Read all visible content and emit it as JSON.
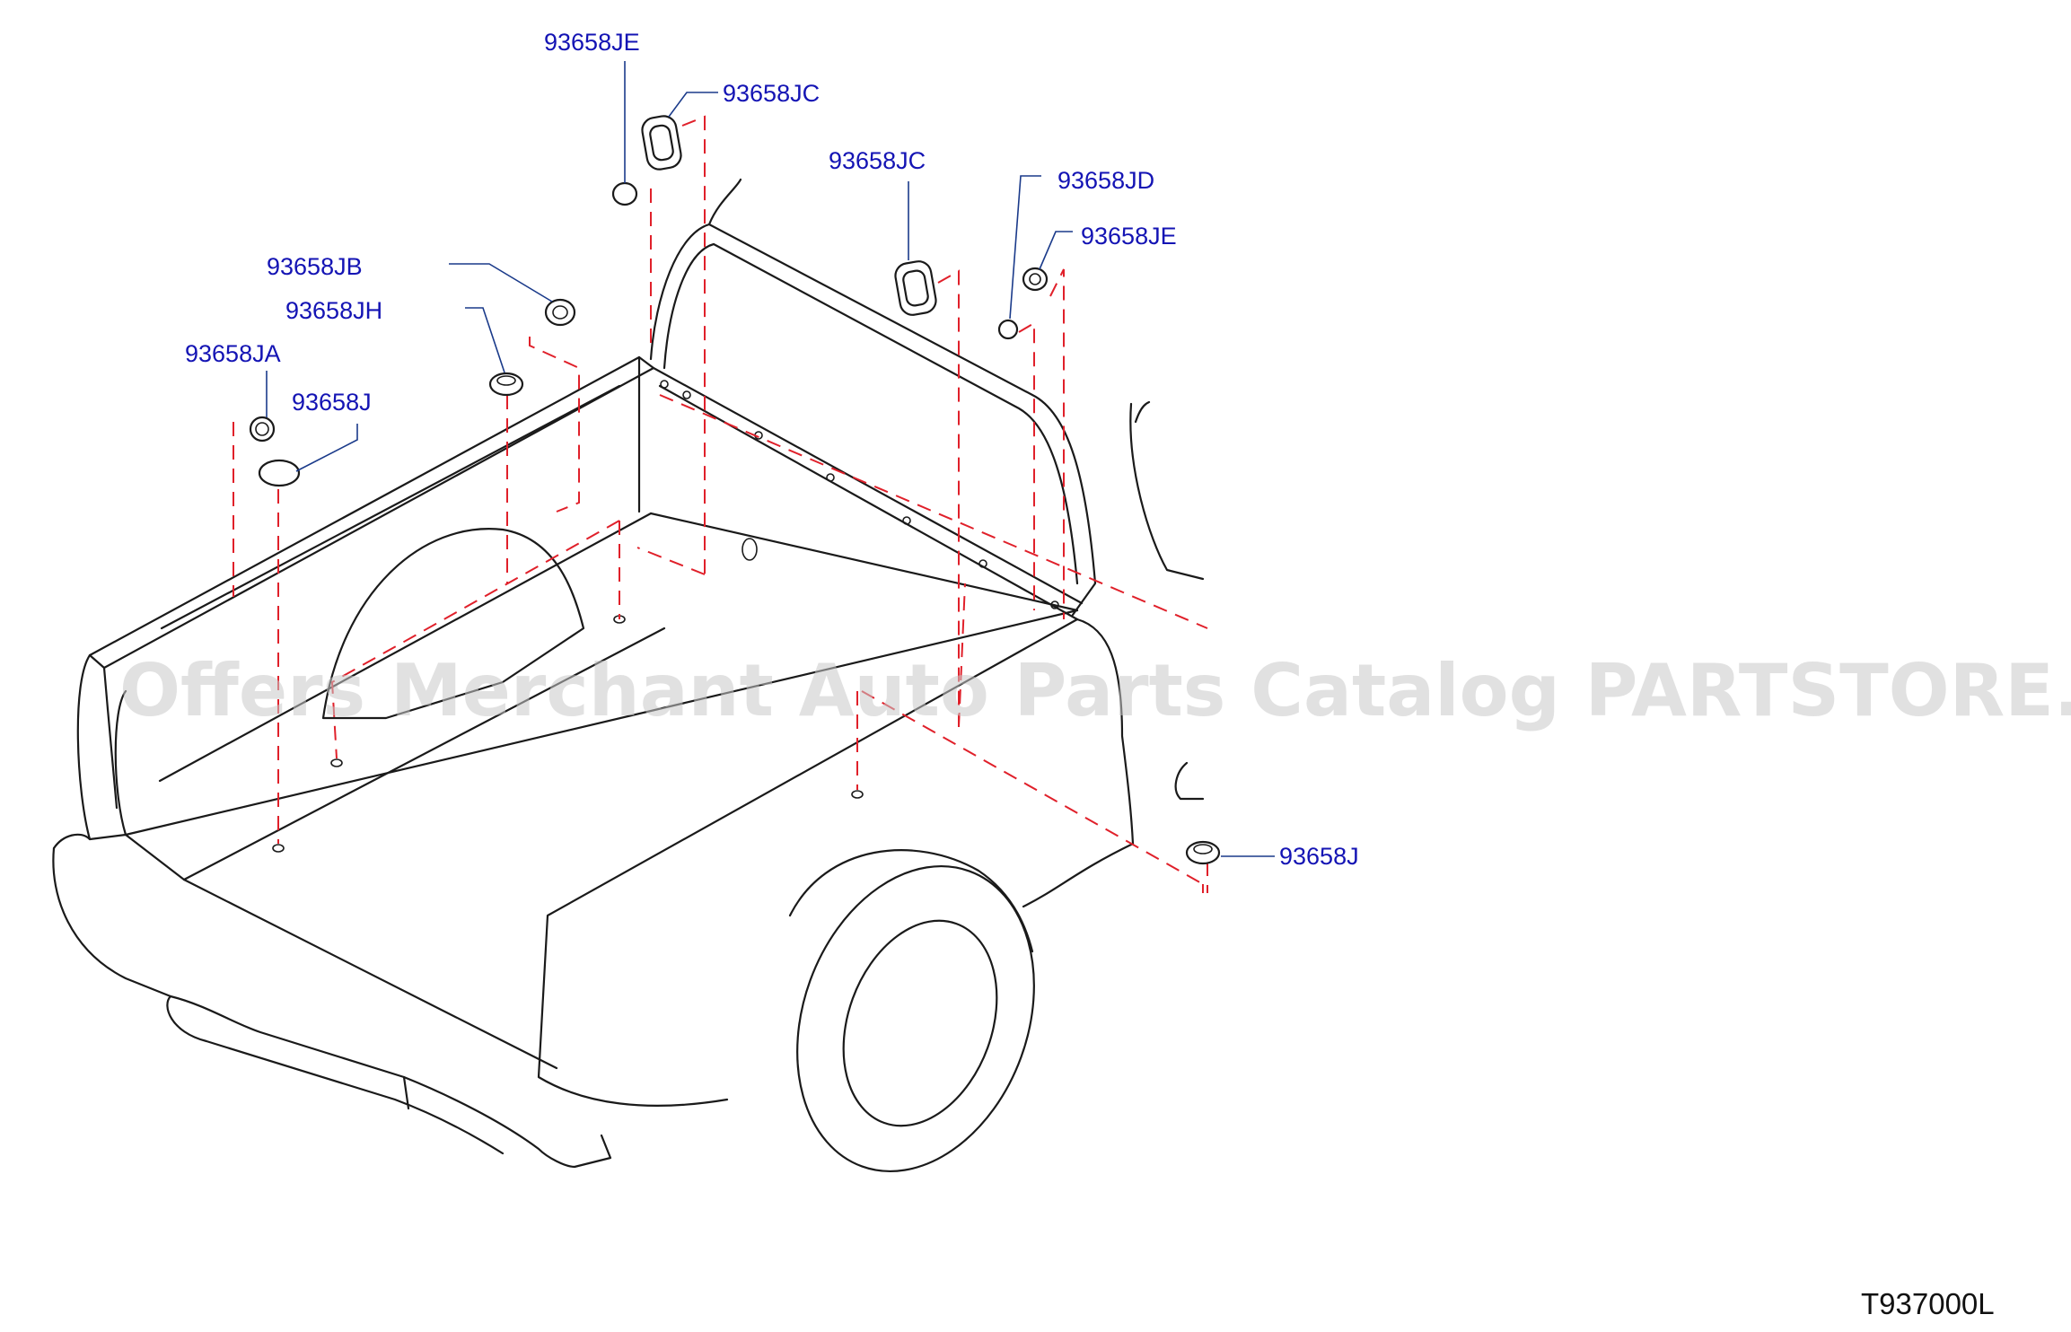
{
  "callouts": [
    {
      "id": "jE-top",
      "label": "93658JE"
    },
    {
      "id": "jC-top",
      "label": "93658JC"
    },
    {
      "id": "jC-mid",
      "label": "93658JC"
    },
    {
      "id": "jD",
      "label": "93658JD"
    },
    {
      "id": "jE-right",
      "label": "93658JE"
    },
    {
      "id": "jB",
      "label": "93658JB"
    },
    {
      "id": "jH",
      "label": "93658JH"
    },
    {
      "id": "jA",
      "label": "93658JA"
    },
    {
      "id": "j-left",
      "label": "93658J"
    },
    {
      "id": "j-right",
      "label": "93658J"
    }
  ],
  "diagram_code": "T937000L",
  "watermark": "Offers Merchant Auto Parts Catalog PARTSTORE.SA",
  "colors": {
    "label": "#1414b4",
    "dashed_lines": "#e0202a",
    "outline": "#1a1a1a"
  }
}
